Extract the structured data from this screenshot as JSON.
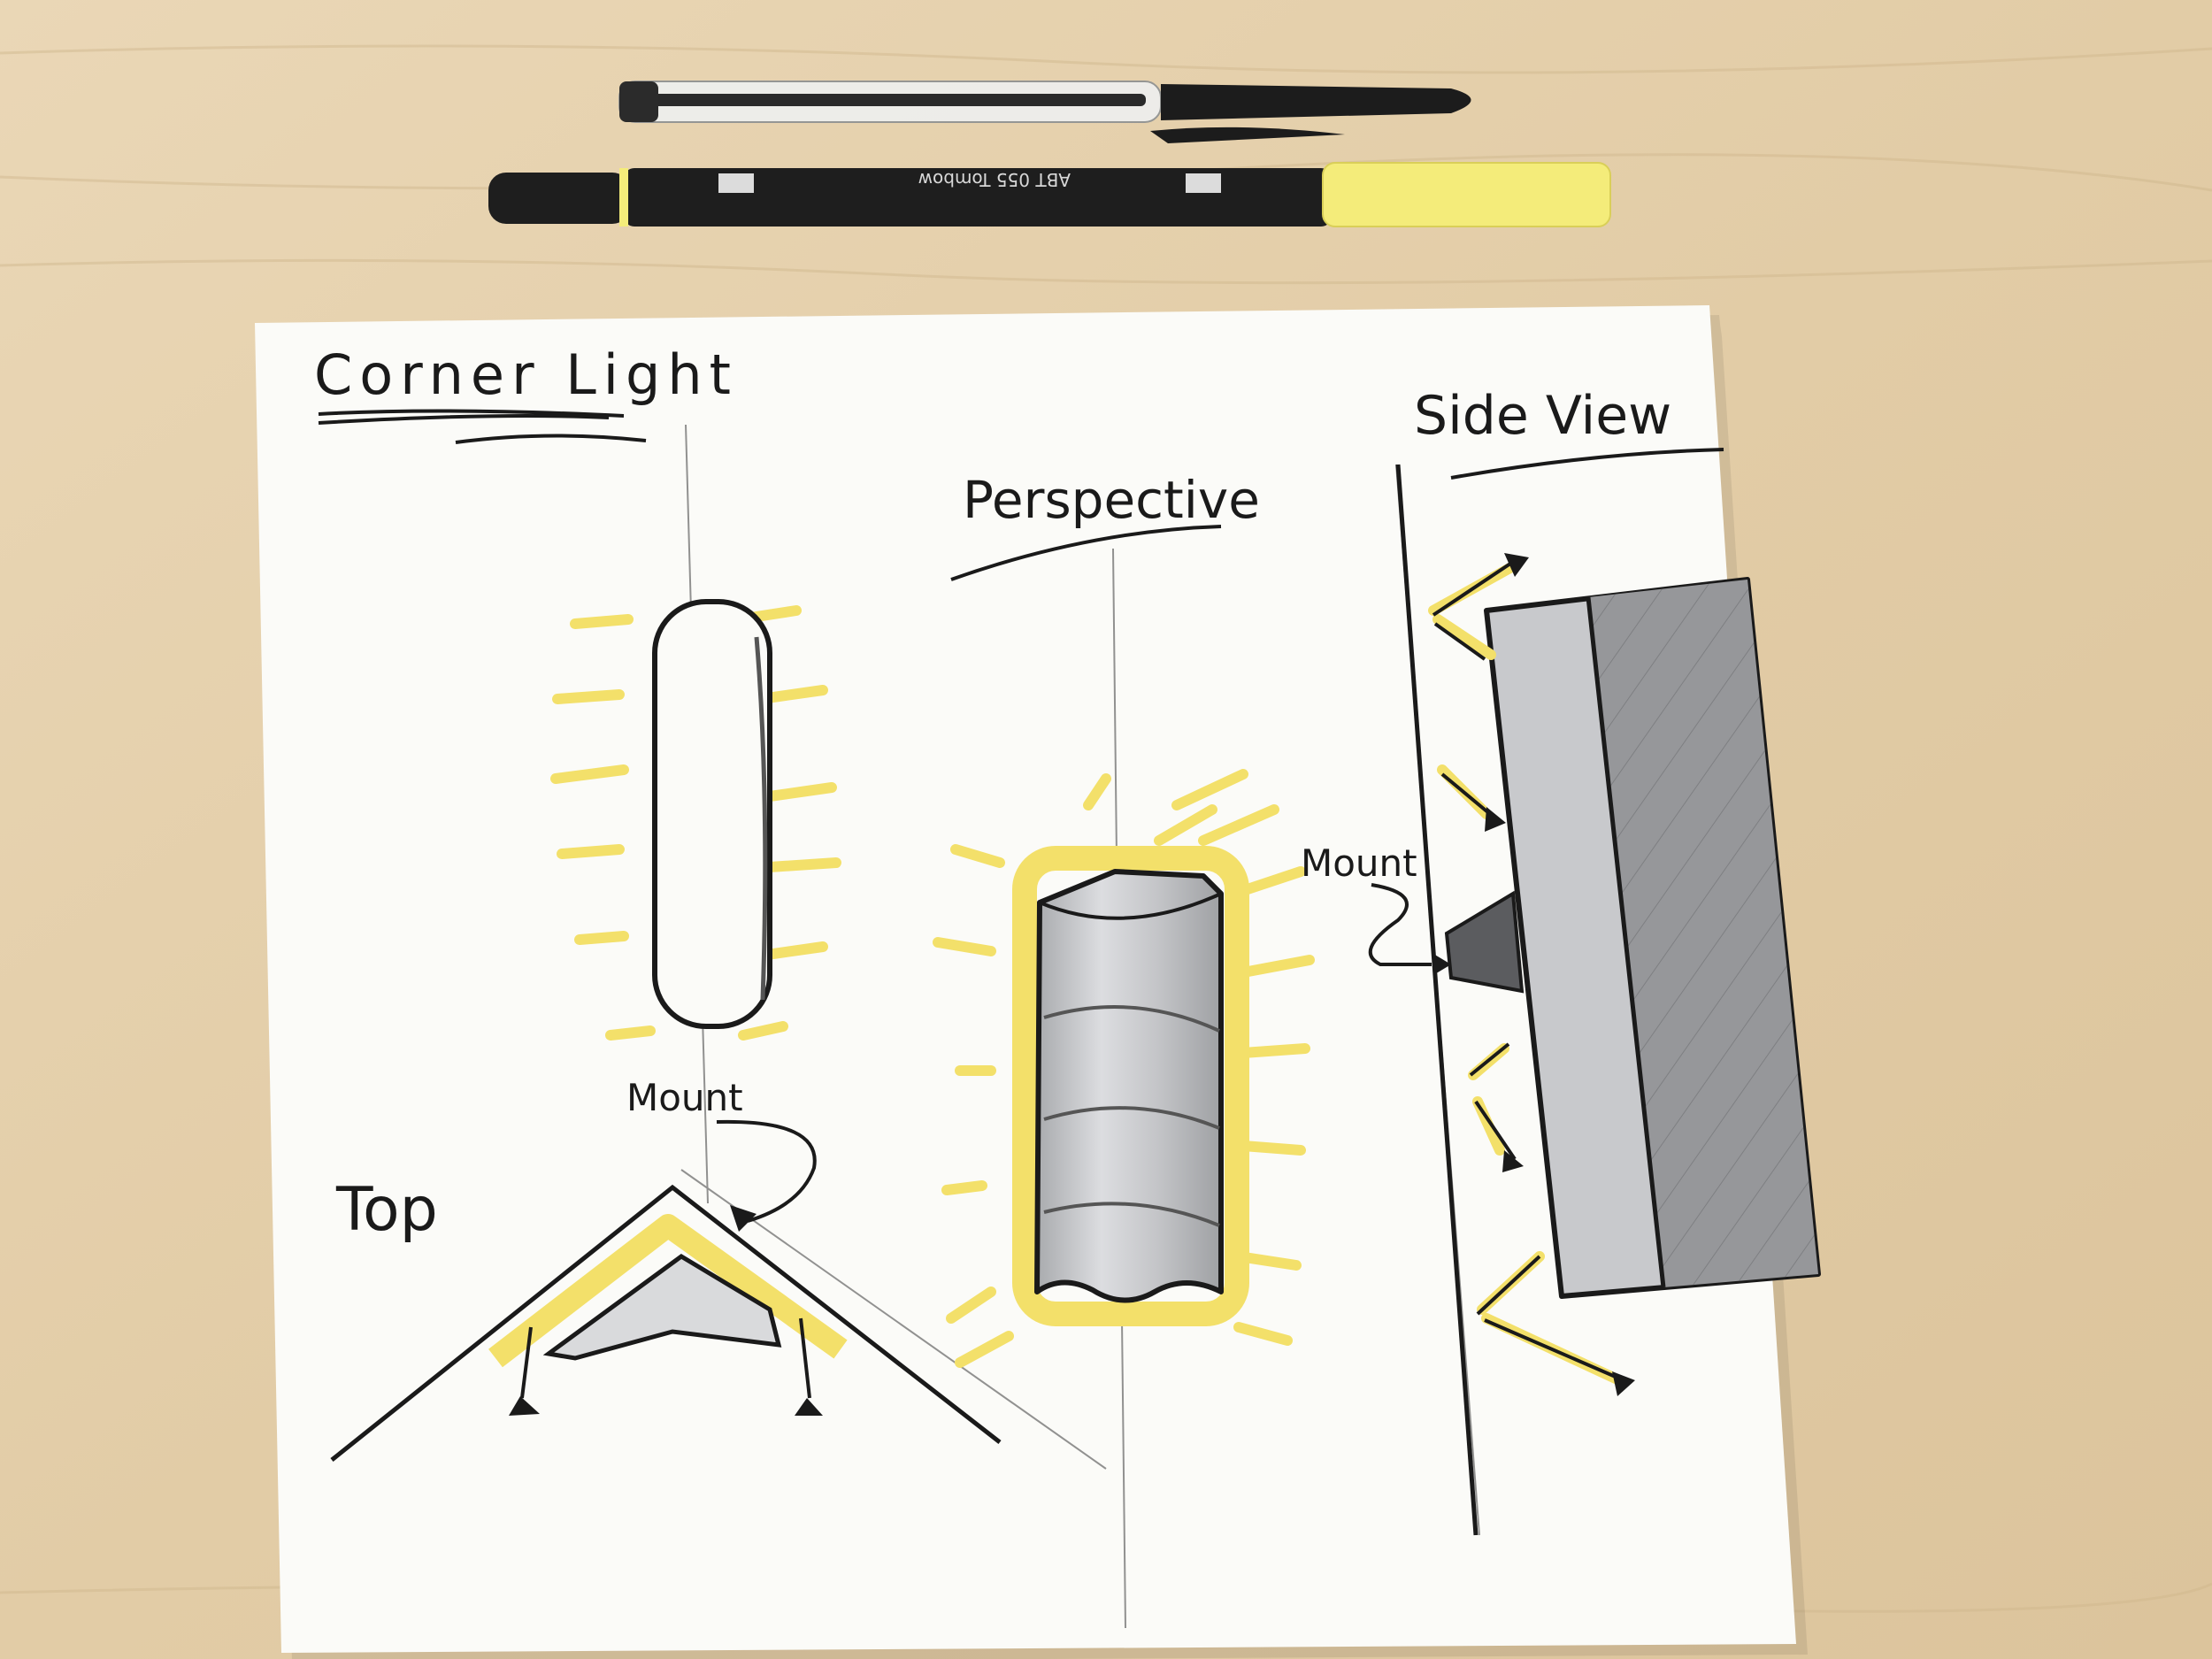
{
  "sketch": {
    "title": "Corner Light",
    "label_perspective": "Perspective",
    "label_side_view": "Side View",
    "label_top": "Top",
    "label_mount_top": "Mount",
    "label_mount_perspective": "Mount"
  },
  "pens": {
    "ballpoint_color": "#1c1c1c",
    "marker_barrel_color": "#1e1e1e",
    "marker_cap_color": "#f4ec7a",
    "marker_print": "ABT 055 Tombow"
  },
  "colors": {
    "table": "#e6d2b0",
    "paper": "#fbfbf8",
    "highlight": "#f3e06a",
    "shade_light": "#cfd0d2",
    "shade_dark": "#9c9da0"
  }
}
